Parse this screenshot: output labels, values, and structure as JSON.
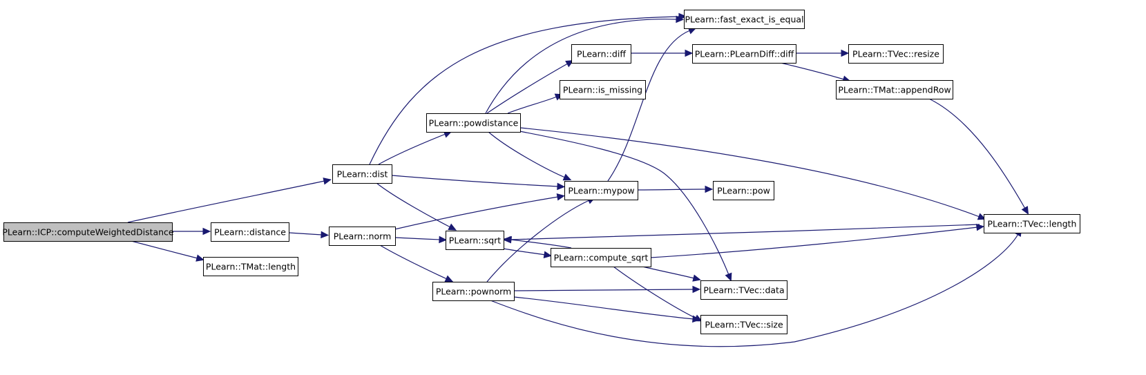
{
  "diagram": {
    "type": "call-graph",
    "colors": {
      "edge": "#191970",
      "node_fill": "#ffffff",
      "root_fill": "#bfbfbf",
      "border": "#000000"
    },
    "nodes": [
      {
        "id": "root",
        "label": "PLearn::ICP::computeWeightedDistance"
      },
      {
        "id": "distance",
        "label": "PLearn::distance"
      },
      {
        "id": "tmat_length",
        "label": "PLearn::TMat::length"
      },
      {
        "id": "dist",
        "label": "PLearn::dist"
      },
      {
        "id": "norm",
        "label": "PLearn::norm"
      },
      {
        "id": "powdistance",
        "label": "PLearn::powdistance"
      },
      {
        "id": "sqrt",
        "label": "PLearn::sqrt"
      },
      {
        "id": "pownorm",
        "label": "PLearn::pownorm"
      },
      {
        "id": "diff",
        "label": "PLearn::diff"
      },
      {
        "id": "is_missing",
        "label": "PLearn::is_missing"
      },
      {
        "id": "mypow",
        "label": "PLearn::mypow"
      },
      {
        "id": "compute_sqrt",
        "label": "PLearn::compute_sqrt"
      },
      {
        "id": "fast_exact",
        "label": "PLearn::fast_exact_is_equal"
      },
      {
        "id": "plearndiff",
        "label": "PLearn::PLearnDiff::diff"
      },
      {
        "id": "pow",
        "label": "PLearn::pow"
      },
      {
        "id": "tvec_data",
        "label": "PLearn::TVec::data"
      },
      {
        "id": "tvec_size",
        "label": "PLearn::TVec::size"
      },
      {
        "id": "tvec_resize",
        "label": "PLearn::TVec::resize"
      },
      {
        "id": "appendrow",
        "label": "PLearn::TMat::appendRow"
      },
      {
        "id": "tvec_length",
        "label": "PLearn::TVec::length"
      }
    ],
    "edges": [
      [
        "root",
        "distance"
      ],
      [
        "root",
        "tmat_length"
      ],
      [
        "root",
        "dist"
      ],
      [
        "distance",
        "norm"
      ],
      [
        "dist",
        "fast_exact"
      ],
      [
        "dist",
        "powdistance"
      ],
      [
        "dist",
        "mypow"
      ],
      [
        "dist",
        "sqrt"
      ],
      [
        "norm",
        "mypow"
      ],
      [
        "norm",
        "sqrt"
      ],
      [
        "norm",
        "pownorm"
      ],
      [
        "powdistance",
        "fast_exact"
      ],
      [
        "powdistance",
        "diff"
      ],
      [
        "powdistance",
        "is_missing"
      ],
      [
        "powdistance",
        "mypow"
      ],
      [
        "powdistance",
        "tvec_data"
      ],
      [
        "powdistance",
        "tvec_length"
      ],
      [
        "diff",
        "plearndiff"
      ],
      [
        "plearndiff",
        "tvec_resize"
      ],
      [
        "plearndiff",
        "appendrow"
      ],
      [
        "appendrow",
        "tvec_length"
      ],
      [
        "mypow",
        "fast_exact"
      ],
      [
        "mypow",
        "pow"
      ],
      [
        "tvec_length",
        "sqrt"
      ],
      [
        "sqrt",
        "compute_sqrt"
      ],
      [
        "compute_sqrt",
        "sqrt"
      ],
      [
        "compute_sqrt",
        "tvec_length"
      ],
      [
        "compute_sqrt",
        "tvec_data"
      ],
      [
        "compute_sqrt",
        "tvec_size"
      ],
      [
        "pownorm",
        "mypow"
      ],
      [
        "pownorm",
        "tvec_data"
      ],
      [
        "pownorm",
        "tvec_size"
      ],
      [
        "pownorm",
        "tvec_length"
      ]
    ]
  }
}
